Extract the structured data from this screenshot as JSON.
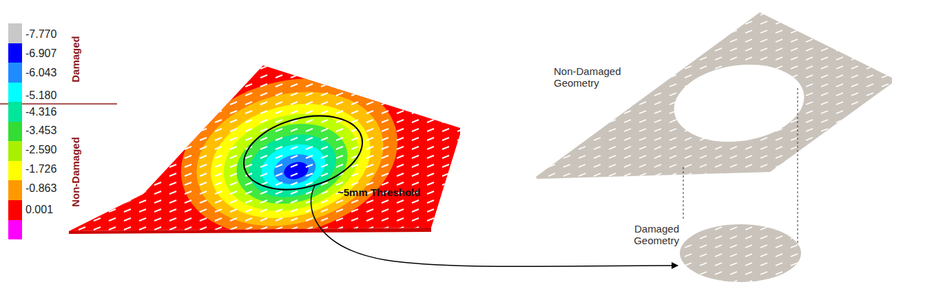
{
  "diagram": {
    "labels": [
      "Damaged",
      "Non-Damaged",
      "~5mm Threshold",
      "Non-Damaged Geometry",
      "Damaged Geometry"
    ],
    "legend": [
      {
        "text": "-7.770",
        "color": "#c8c8c8"
      },
      {
        "text": "-6.907",
        "color": "#0000ff"
      },
      {
        "text": "-6.043",
        "color": "#1e8cff"
      },
      {
        "text": "-5.180",
        "color": "#00ffff"
      },
      {
        "text": "-4.316",
        "color": "#00e69a"
      },
      {
        "text": "-3.453",
        "color": "#33dd33"
      },
      {
        "text": "-2.590",
        "color": "#a8f000"
      },
      {
        "text": "-1.726",
        "color": "#ffff00"
      },
      {
        "text": "-0.863",
        "color": "#ff9900"
      },
      {
        "text": "0.001",
        "color": "#ff0000"
      }
    ]
  }
}
